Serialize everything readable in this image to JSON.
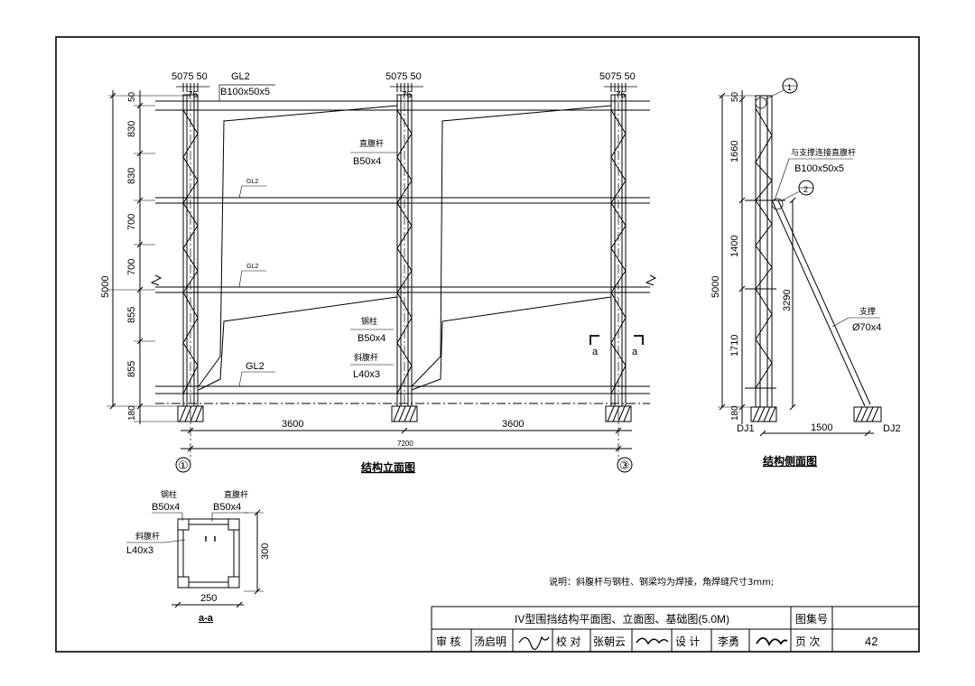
{
  "elevation": {
    "top_offsets": [
      "5075 50",
      "5075 50",
      "5075 50"
    ],
    "tiny_dim": "75",
    "gl2_callout": {
      "name": "GL2",
      "spec": "B100x50x5"
    },
    "gl2_small": "GL2",
    "gl2_bottom": "GL2",
    "left_dims": [
      "50",
      "830",
      "830",
      "700",
      "700",
      "855",
      "855",
      "180"
    ],
    "total_height": "5000",
    "vertical_web_callout": {
      "name": "直腹杆",
      "spec": "B50x4"
    },
    "column_callout": {
      "name": "钢柱",
      "spec": "B50x4"
    },
    "diagonal_callout": {
      "name": "斜腹杆",
      "spec": "L40x3"
    },
    "section_mark": "a",
    "spans": [
      "3600",
      "3600"
    ],
    "total_span": "7200",
    "axis_labels": [
      "①",
      "③"
    ],
    "title": "结构立面图"
  },
  "side": {
    "dims": [
      "50",
      "1660",
      "1400",
      "1710",
      "180"
    ],
    "total_height": "5000",
    "brace_height": "3290",
    "node_labels": [
      "1",
      "2"
    ],
    "connection_callout": {
      "name": "与支撑连接直腹杆",
      "spec": "B100x50x5"
    },
    "brace_callout": {
      "name": "支撑",
      "spec": "Ø70x4"
    },
    "foundation_labels": [
      "DJ1",
      "DJ2"
    ],
    "base_dim": "1500",
    "title": "结构侧面图"
  },
  "section": {
    "column_callout": {
      "name": "钢柱",
      "spec": "B50x4"
    },
    "vertical_web_callout": {
      "name": "直腹杆",
      "spec": "B50x4"
    },
    "diagonal_callout": {
      "name": "斜腹杆",
      "spec": "L40x3"
    },
    "depth_dim": "300",
    "width_dim": "250",
    "title": "a-a"
  },
  "note": "说明：斜腹杆与钢柱、钢梁均为焊接，角焊缝尺寸3mm;",
  "title_block": {
    "drawing_title": "IV型围挡结构平面图、立面图、基础图(5.0M)",
    "atlas_label": "图集号",
    "atlas_value": "",
    "review_label": "审  核",
    "reviewer": "汤启明",
    "check_label": "校  对",
    "checker": "张朝云",
    "design_label": "设  计",
    "designer": "李勇",
    "page_label": "页  次",
    "page_number": "42"
  }
}
